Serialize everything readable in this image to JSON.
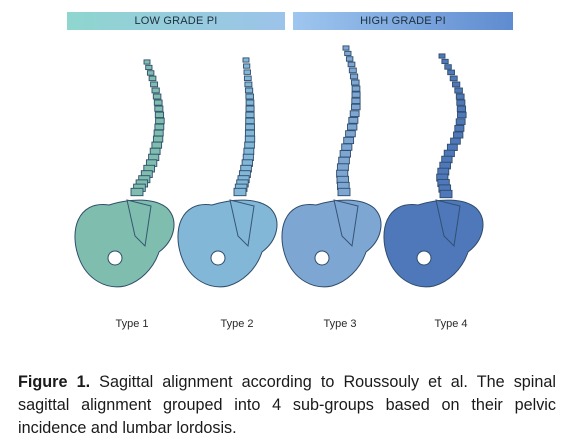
{
  "headers": {
    "low": "LOW GRADE PI",
    "high": "HIGH GRADE PI"
  },
  "types": [
    {
      "label": "Type 1",
      "color": "#7fbdae"
    },
    {
      "label": "Type 2",
      "color": "#82b7d8"
    },
    {
      "label": "Type 3",
      "color": "#7ea6d3"
    },
    {
      "label": "Type 4",
      "color": "#4f78bb"
    }
  ],
  "colors": {
    "header_low_gradient": [
      "#8fd6cf",
      "#9cc3ea"
    ],
    "header_high_gradient": [
      "#9ec6ef",
      "#5f8bd0"
    ]
  },
  "caption": {
    "label": "Figure 1.",
    "text": " Sagittal alignment according to Roussouly et al. The spinal sagittal alignment grouped into 4 sub-groups based on their pelvic incidence and lumbar lordosis."
  }
}
